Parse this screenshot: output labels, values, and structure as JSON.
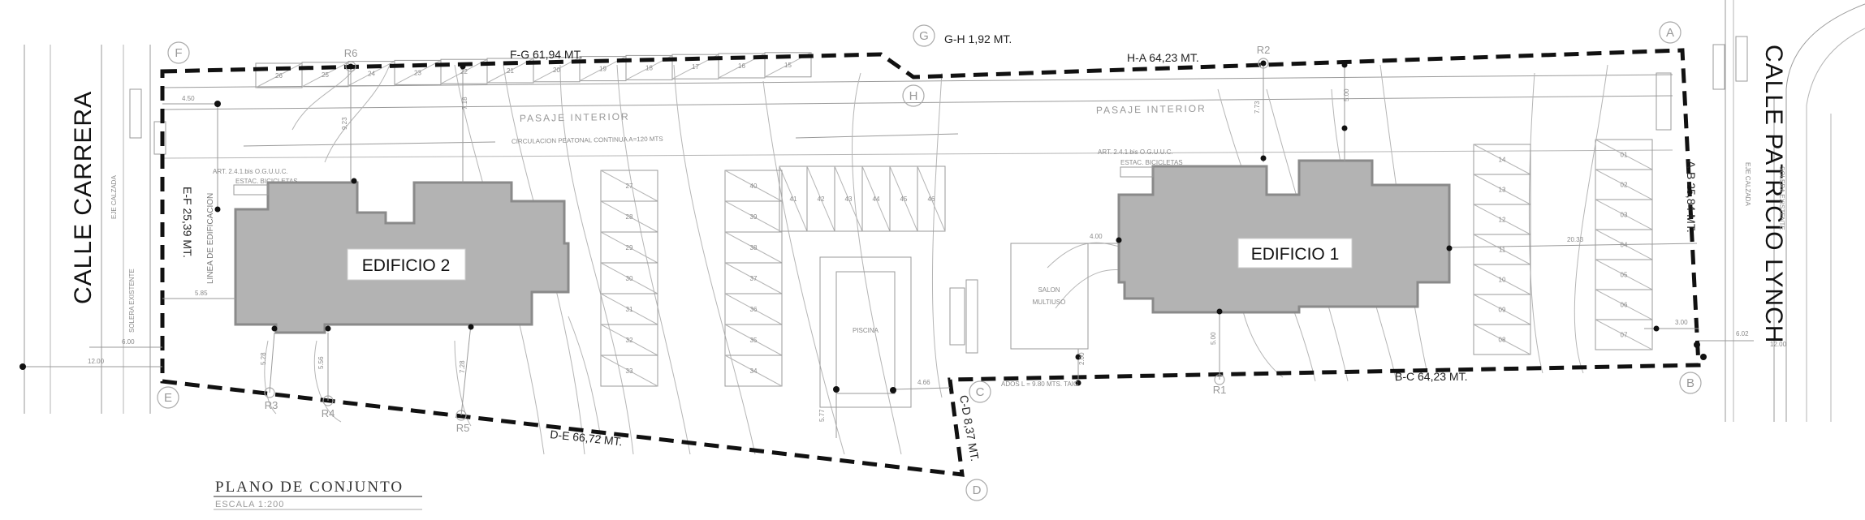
{
  "streets": {
    "left": "CALLE CARRERA",
    "right": "CALLE PATRICIO LYNCH",
    "left_axis": "EJE CALZADA",
    "right_axis": "EJE CALZADA",
    "left_curb": "SOLERA EXISTENTE",
    "right_curb": "SOLERA EXISTENTE"
  },
  "buildings": [
    {
      "name": "EDIFICIO 2"
    },
    {
      "name": "EDIFICIO 1"
    }
  ],
  "boundary_labels": {
    "fg": "F-G 61,94 MT.",
    "gh": "G-H 1,92 MT.",
    "ha": "H-A 64,23 MT.",
    "ab": "A-B 25,84 MT.",
    "bc": "B-C 64,23 MT.",
    "cd": "C-D 8,37 MT.",
    "de": "D-E 66,72 MT.",
    "ef": "E-F 25,39 MT."
  },
  "vertices": {
    "a": "A",
    "b": "B",
    "c": "C",
    "d": "D",
    "e": "E",
    "f": "F",
    "g": "G",
    "h": "H"
  },
  "refs": {
    "r1": "R1",
    "r2": "R2",
    "r3": "R3",
    "r4": "R4",
    "r5": "R5",
    "r6": "R6"
  },
  "areas": {
    "pasaje_1": "PASAJE INTERIOR",
    "pasaje_2": "PASAJE INTERIOR",
    "circulacion": "CIRCULACION PEATONAL CONTINUA  A=120 MTS",
    "piscina": "PISCINA",
    "salon_1": "SALON",
    "salon_2": "MULTIUSO",
    "linea_edif": "LINEA DE EDIFICACION",
    "art_1": "ART. 2.4.1.bis O.G.U.U.C.",
    "art_2": "ART. 2.4.1.bis O.G.U.U.C.",
    "estac_1": "ESTAC. BICICLETAS",
    "estac_2": "ESTAC. BICICLETAS",
    "adoss": "ADOS  L = 9.80 MTS. TAIG"
  },
  "dimensions": {
    "d450": "4.50",
    "d585": "5.85",
    "d600": "6.00",
    "d1200": "12.00",
    "d400": "4.00",
    "d500a": "5.00",
    "d500b": "5.00",
    "d2033": "20.33",
    "d300": "3.00",
    "d602": "6.02",
    "d1200b": "12.00",
    "d466": "4.66",
    "d577": "5.77",
    "d528": "5.28",
    "d556": "5.56",
    "d718": "7.18",
    "d923": "9.23",
    "d773": "7.73",
    "d728": "7.28",
    "d200": "2.00"
  },
  "parking": {
    "top": [
      "26",
      "25",
      "24",
      "23",
      "22",
      "21",
      "20",
      "19",
      "18",
      "17",
      "16",
      "15"
    ],
    "mid": [
      "41",
      "42",
      "43",
      "44",
      "45",
      "46"
    ],
    "colA": [
      "27",
      "28",
      "29",
      "30",
      "31",
      "32",
      "33"
    ],
    "colB": [
      "40",
      "39",
      "38",
      "37",
      "36",
      "35",
      "34"
    ],
    "right1": [
      "14",
      "13",
      "12",
      "11",
      "10",
      "09",
      "08"
    ],
    "right2": [
      "01",
      "02",
      "03",
      "04",
      "05",
      "06",
      "07"
    ]
  },
  "drawing_title": "PLANO DE CONJUNTO",
  "drawing_scale": "ESCALA 1:200"
}
